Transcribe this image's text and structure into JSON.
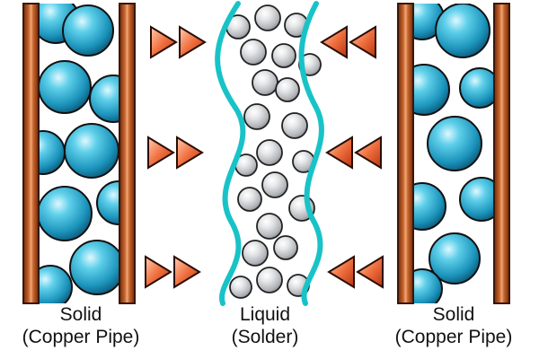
{
  "panels": [
    {
      "name": "Solid",
      "detail": "(Copper Pipe)"
    },
    {
      "name": "Liquid",
      "detail": "(Solder)"
    },
    {
      "name": "Solid",
      "detail": "(Copper Pipe)"
    }
  ],
  "colors": {
    "copper": "#a9481c",
    "copper_highlight": "#f0a878",
    "solid_atom": "#28a8c8",
    "liquid_atom": "#c8cacd",
    "liquid_boundary": "#18c3c8",
    "arrow": "#e8643a"
  }
}
